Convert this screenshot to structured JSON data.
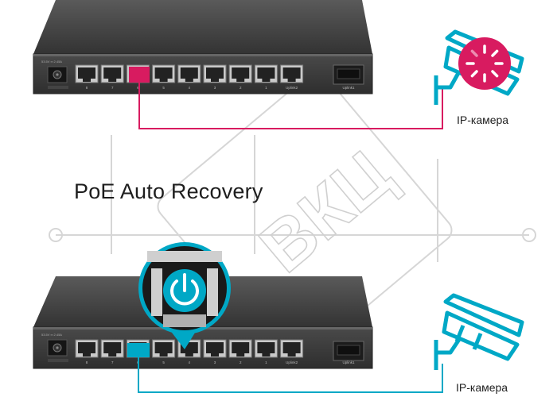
{
  "title": "PoE Auto Recovery",
  "camera_label": "IP-камера",
  "watermark_text": "ВКЦ",
  "power_label": "53.5V ═ 2.45A",
  "port_numbers": [
    "8",
    "7",
    "6",
    "5",
    "4",
    "3",
    "2",
    "1",
    "Uplink2"
  ],
  "sfp_label": "Uplink1",
  "colors": {
    "fault": "#d81b60",
    "ok": "#00a8c6",
    "switch_body": "#3f3f3f",
    "watermark": "#cfcfcf"
  },
  "icons": {
    "fault": "loading-spinner-icon",
    "recovery": "power-recovery-icon",
    "camera": "security-camera-icon"
  }
}
